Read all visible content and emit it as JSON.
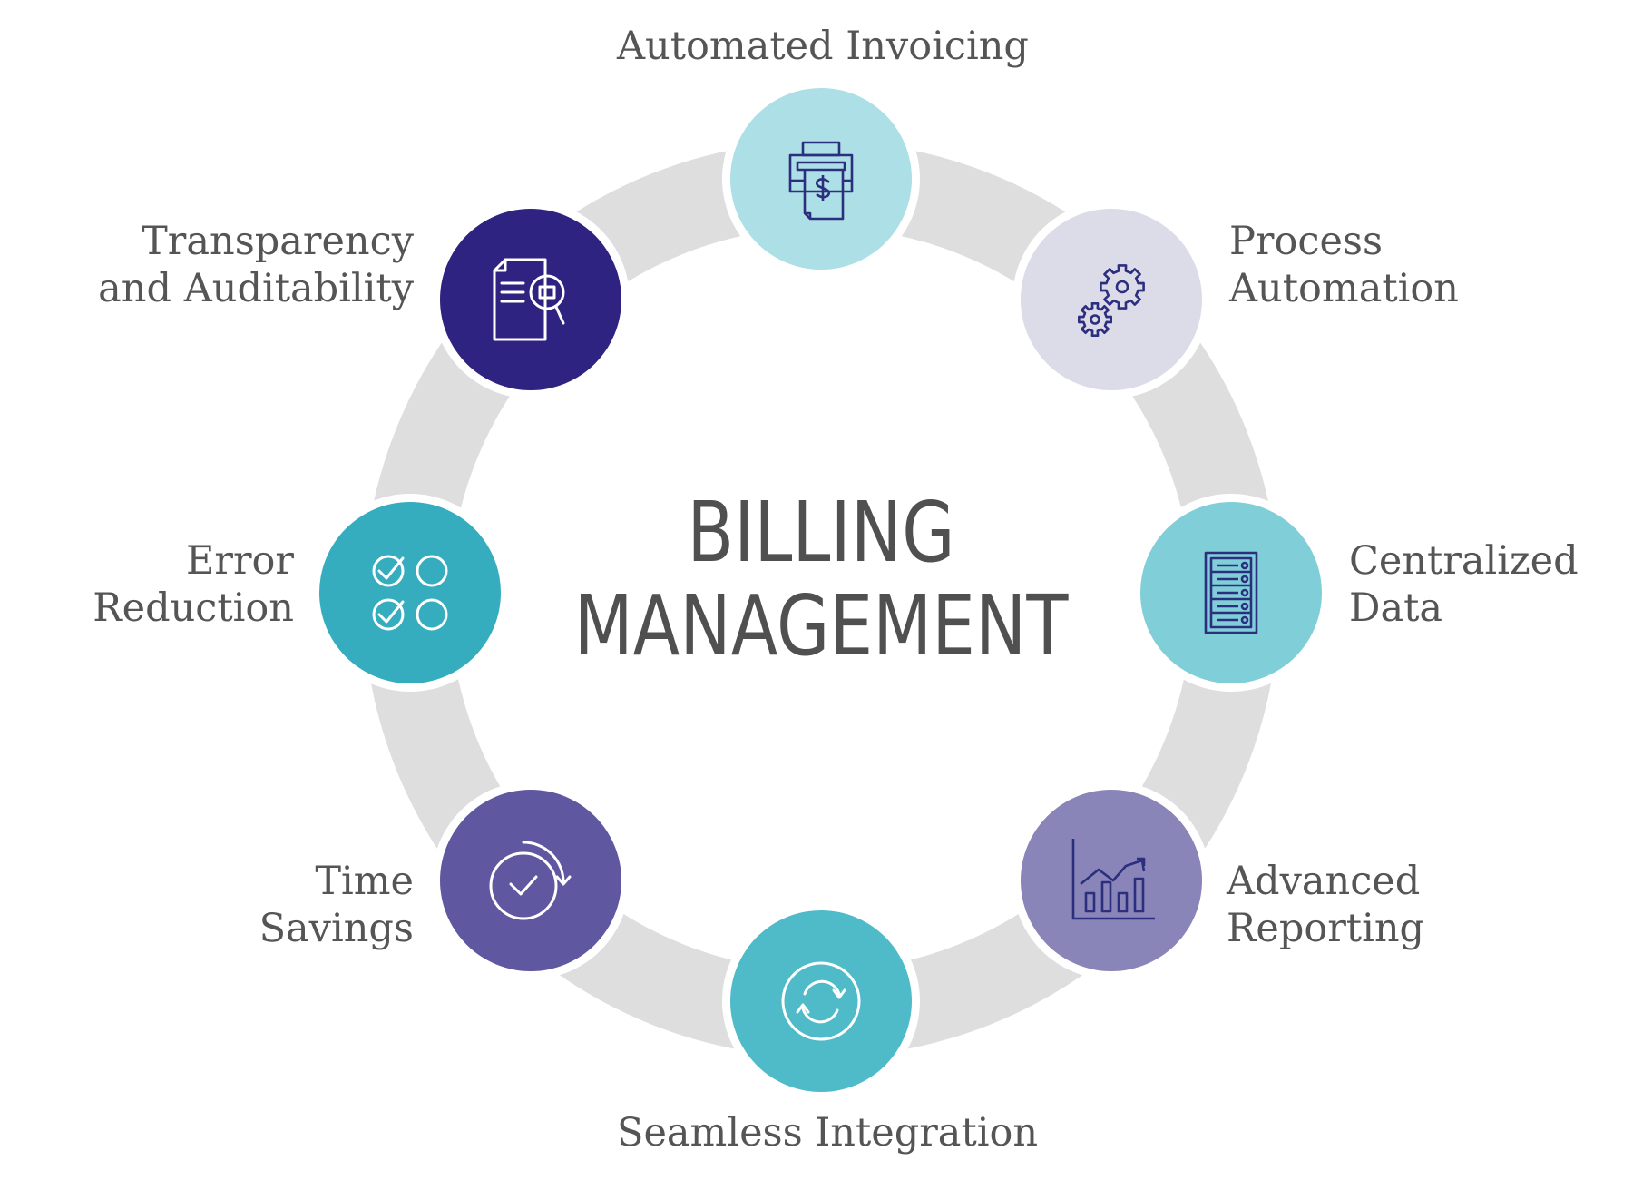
{
  "title": {
    "line1": "BILLING",
    "line2": "MANAGEMENT"
  },
  "nodes": [
    {
      "id": "automated-invoicing",
      "lines": [
        "Automated Invoicing"
      ],
      "color": "#acdfe6",
      "icon": "invoice-printer-icon",
      "icon_color": "#2c2f7e"
    },
    {
      "id": "process-automation",
      "lines": [
        "Process",
        "Automation"
      ],
      "color": "#dcdbe8",
      "icon": "gears-icon",
      "icon_color": "#2c2f7e"
    },
    {
      "id": "centralized-data",
      "lines": [
        "Centralized",
        "Data"
      ],
      "color": "#80ced8",
      "icon": "server-rack-icon",
      "icon_color": "#2c2f7e"
    },
    {
      "id": "advanced-reporting",
      "lines": [
        "Advanced",
        "Reporting"
      ],
      "color": "#8985b8",
      "icon": "bar-chart-icon",
      "icon_color": "#2c2f7e"
    },
    {
      "id": "seamless-integration",
      "lines": [
        "Seamless Integration"
      ],
      "color": "#4fbbc8",
      "icon": "sync-icon",
      "icon_color": "#ffffff"
    },
    {
      "id": "time-savings",
      "lines": [
        "Time",
        "Savings"
      ],
      "color": "#5f57a0",
      "icon": "clock-forward-icon",
      "icon_color": "#ffffff"
    },
    {
      "id": "error-reduction",
      "lines": [
        "Error",
        "Reduction"
      ],
      "color": "#36acbf",
      "icon": "checklist-icon",
      "icon_color": "#ffffff"
    },
    {
      "id": "transparency-auditability",
      "lines": [
        "Transparency",
        "and Auditability"
      ],
      "color": "#2e2380",
      "icon": "document-search-icon",
      "icon_color": "#ffffff"
    }
  ],
  "ring_color": "#dedede"
}
